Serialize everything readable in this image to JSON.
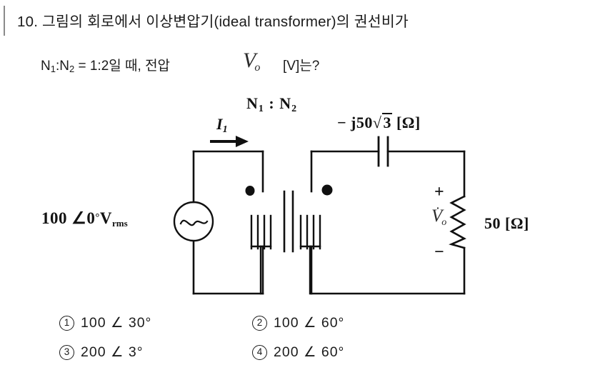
{
  "question": {
    "number": "10.",
    "line1": "10. 그림의 회로에서 이상변압기(ideal transformer)의 권선비가",
    "line2_prefix": "N",
    "line2_full": "N1:N2 = 1:2일 때, 전압",
    "line2_n1": "N",
    "line2_n1_sub": "1",
    "line2_colon": ":N",
    "line2_n2_sub": "2",
    "line2_mid": " = 1:2일  때,  전압",
    "vo_symbol": "V",
    "vo_sub": "o",
    "line2_suffix": "[V]는?"
  },
  "circuit": {
    "turns_ratio_label": "N",
    "turns_ratio_sub1": "1",
    "turns_ratio_colon": " : N",
    "turns_ratio_sub2": "2",
    "current_label": "I",
    "current_sub": "1",
    "capacitor_label_prefix": "− j50",
    "capacitor_radical": "√",
    "capacitor_radicand": "3",
    "capacitor_unit": "[Ω]",
    "source_label": "100 ∠0",
    "source_degree": "°",
    "source_unit": "V",
    "source_unit_sub": "rms",
    "resistor_label": "50 [Ω]",
    "output_voltage_symbol": "V",
    "output_voltage_sub": "o",
    "output_voltage_dot": "·",
    "polarity_plus": "+",
    "polarity_minus": "−",
    "colors": {
      "wire": "#101010",
      "accent_text": "#2b2b2b",
      "rule": "#8a8a8a"
    }
  },
  "options": [
    {
      "number": "1",
      "text": "100 ∠ 30°"
    },
    {
      "number": "2",
      "text": "100 ∠ 60°"
    },
    {
      "number": "3",
      "text": "200 ∠ 3°"
    },
    {
      "number": "4",
      "text": "200 ∠ 60°"
    }
  ]
}
